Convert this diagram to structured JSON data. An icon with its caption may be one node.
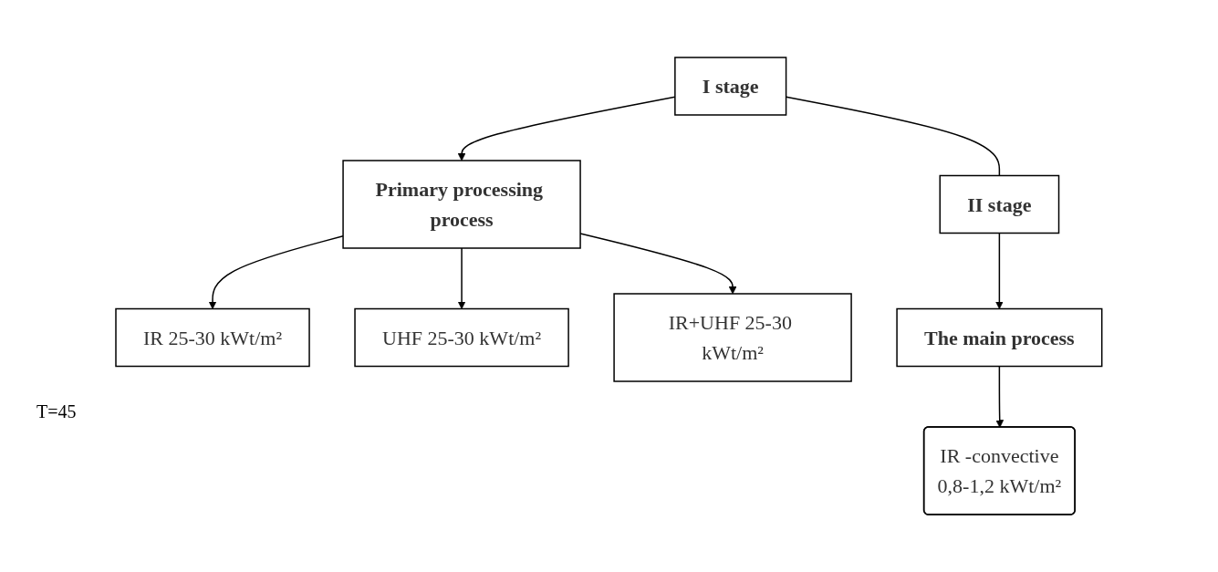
{
  "diagram": {
    "nodes": [
      {
        "text": [
          "I stage"
        ]
      },
      {
        "text": [
          "II stage"
        ]
      },
      {
        "text": [
          "Primary processing process"
        ]
      },
      {
        "text": [
          "IR 25-30 kWt/m²"
        ]
      },
      {
        "text": [
          "UHF 25-30 kWt/m²"
        ]
      },
      {
        "text": [
          "IR+UHF 25-30 kWt/m²"
        ]
      },
      {
        "text": [
          "The main process"
        ]
      },
      {
        "text": [
          "IR -convective",
          "0,8-1,2 kWt/m²"
        ]
      }
    ],
    "edges": [
      {
        "from": 0,
        "to": 1,
        "arrow": "none"
      },
      {
        "from": 0,
        "to": 2,
        "arrow": "to"
      },
      {
        "from": 1,
        "to": 6,
        "arrow": "to"
      },
      {
        "from": 2,
        "to": 3,
        "arrow": "to"
      },
      {
        "from": 2,
        "to": 4,
        "arrow": "to"
      },
      {
        "from": 2,
        "to": 5,
        "arrow": "to"
      },
      {
        "from": 6,
        "to": 7,
        "arrow": "to"
      }
    ],
    "labels": [
      "T=45"
    ]
  }
}
